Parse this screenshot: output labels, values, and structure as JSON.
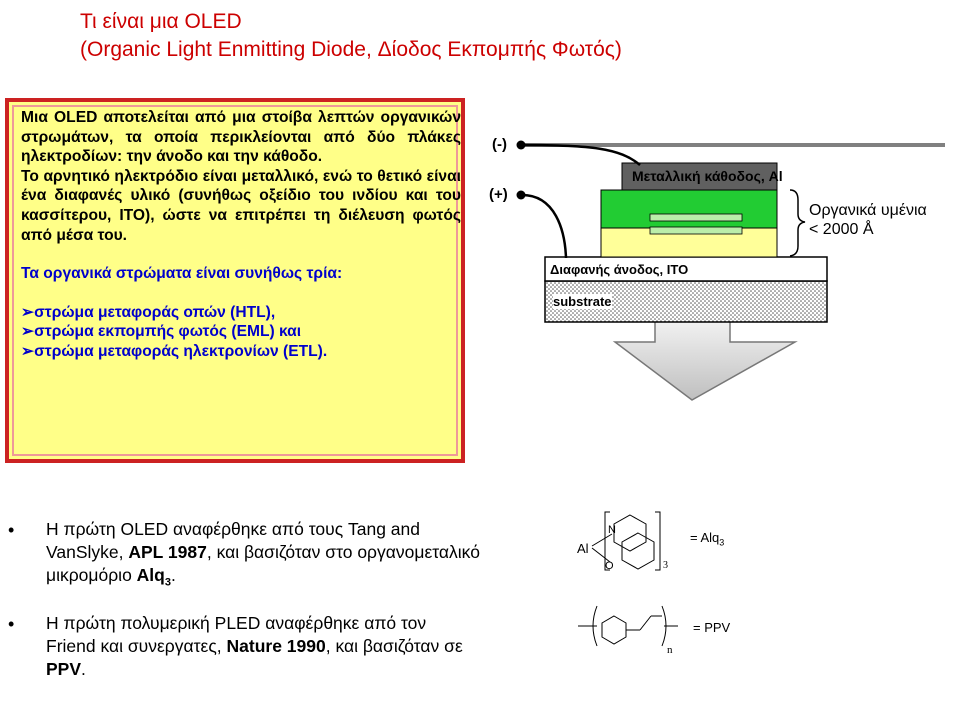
{
  "title": {
    "line1": "Τι είναι μια OLED",
    "line2": "(Organic Light Enmitting Diode, Δίοδος Εκπομπής Φωτός)"
  },
  "box": {
    "para1": "Μια OLED αποτελείται από μια στοίβα λεπτών οργανικών στρωμάτων, τα οποία περικλείονται από δύο πλάκες ηλεκτροδίων: την άνοδο και την κάθοδο.",
    "para2": "Το αρνητικό ηλεκτρόδιο είναι μεταλλικό, ενώ το θετικό είναι ένα διαφανές υλικό (συνήθως οξείδιο του ινδίου και του κασσίτερου, ITO), ώστε να επιτρέπει τη διέλευση φωτός από μέσα του.",
    "layers_intro": "Τα οργανικά στρώματα είναι συνήθως τρία:",
    "layers": [
      "στρώμα μεταφοράς οπών (HTL),",
      "στρώμα εκπομπής φωτός (EML) και",
      "στρώμα μεταφοράς ηλεκτρονίων (ETL)."
    ]
  },
  "diagram": {
    "minus": "(-)",
    "plus": "(+)",
    "cathode": "Μεταλλική κάθοδος, Al",
    "organic_1": "Οργανικά υμένια",
    "organic_2": "< 2000 Å",
    "anode": "Διαφανής άνοδος, ITO",
    "substrate": "substrate"
  },
  "bullets": {
    "b1_l1": "Η πρώτη OLED αναφέρθηκε από τους Tang and",
    "b1_l2a": "VanSlyke, ",
    "b1_l2b": "APL 1987",
    "b1_l2c": ", και βασιζόταν στο οργανομεταλικό",
    "b1_l3a": "μικρομόριο ",
    "b1_l3b": "Alq",
    "b1_l3c": "3",
    "b1_l3d": ".",
    "b2_l1": "Η πρώτη πολυμερική PLED αναφέρθηκε από τον",
    "b2_l2a": "Friend και συνεργατες, ",
    "b2_l2b": "Nature 1990",
    "b2_l2c": ", και βασιζόταν σε",
    "b2_l3a": "PPV",
    "b2_l3b": "."
  },
  "chem": {
    "alq_al": "Al",
    "alq_n": "N",
    "alq_o": "O",
    "alq_sub": "3",
    "alq_eq": "=  Alq",
    "alq_eq_sub": "3",
    "ppv_n": "n",
    "ppv_eq": "=  PPV"
  }
}
